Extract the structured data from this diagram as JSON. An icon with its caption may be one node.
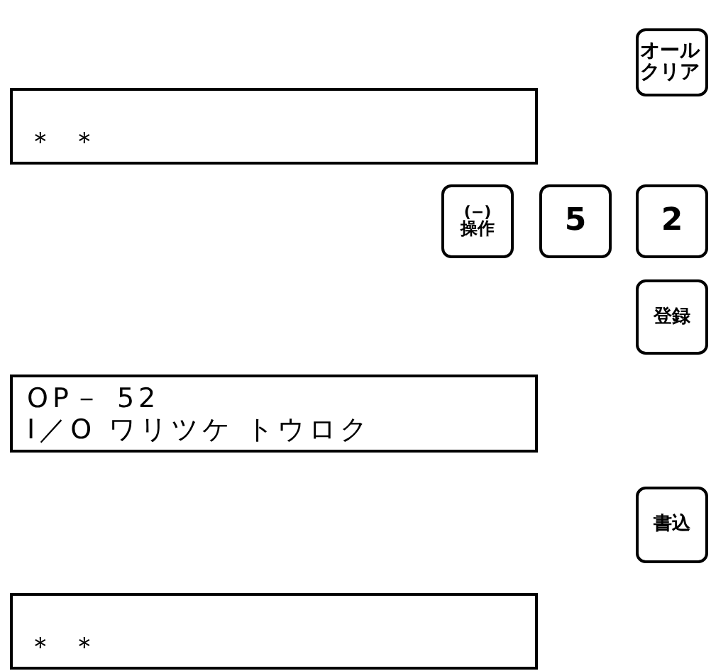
{
  "diagram": {
    "nodes": [
      {
        "text": [
          "オールクリア"
        ]
      },
      {
        "text": [
          "＊ ＊"
        ]
      },
      {
        "text": [
          "(−)",
          "操作"
        ]
      },
      {
        "text": [
          "5"
        ]
      },
      {
        "text": [
          "2"
        ]
      },
      {
        "text": [
          "登録"
        ]
      },
      {
        "text": [
          "OP－ 52",
          "I／O ワリツケ トウロク"
        ]
      },
      {
        "text": [
          "書込"
        ]
      },
      {
        "text": [
          "＊ ＊"
        ]
      }
    ]
  }
}
